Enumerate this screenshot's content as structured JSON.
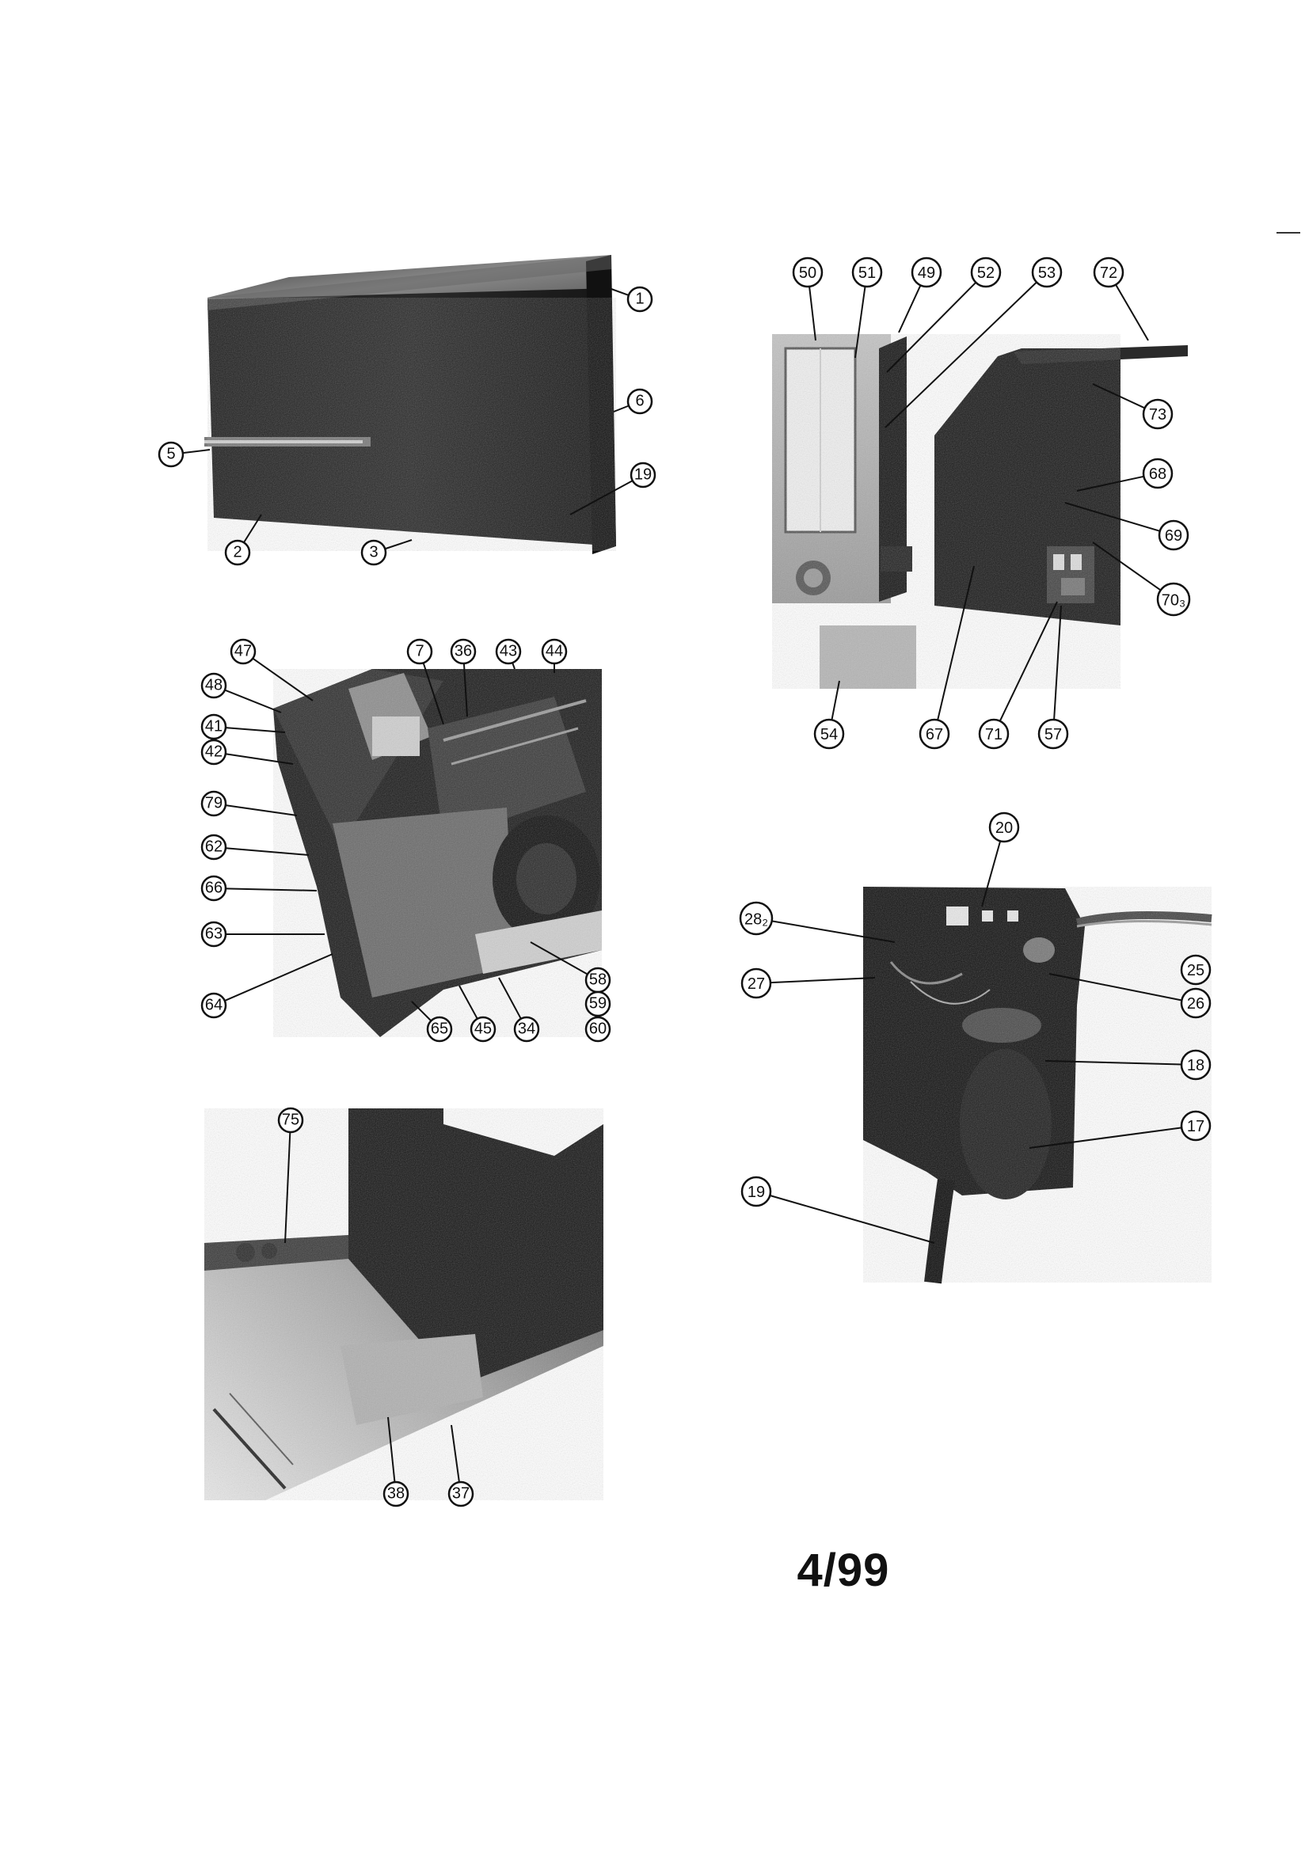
{
  "page": {
    "footer_label": "4/99"
  },
  "panels": [
    {
      "id": "cabinet-exterior",
      "callouts": [
        {
          "label": "1"
        },
        {
          "label": "6"
        },
        {
          "label": "5"
        },
        {
          "label": "19"
        },
        {
          "label": "2"
        },
        {
          "label": "3"
        }
      ]
    },
    {
      "id": "control-box",
      "callouts": [
        {
          "label": "50"
        },
        {
          "label": "51"
        },
        {
          "label": "49"
        },
        {
          "label": "52"
        },
        {
          "label": "53"
        },
        {
          "label": "72"
        },
        {
          "label": "73"
        },
        {
          "label": "68"
        },
        {
          "label": "69"
        },
        {
          "label": "70₃"
        },
        {
          "label": "54"
        },
        {
          "label": "67"
        },
        {
          "label": "71"
        },
        {
          "label": "57"
        }
      ]
    },
    {
      "id": "internal-assembly",
      "callouts": [
        {
          "label": "47"
        },
        {
          "label": "7"
        },
        {
          "label": "36"
        },
        {
          "label": "43"
        },
        {
          "label": "44"
        },
        {
          "label": "48"
        },
        {
          "label": "41"
        },
        {
          "label": "42"
        },
        {
          "label": "79"
        },
        {
          "label": "62"
        },
        {
          "label": "66"
        },
        {
          "label": "63"
        },
        {
          "label": "64"
        },
        {
          "label": "58"
        },
        {
          "label": "59"
        },
        {
          "label": "60"
        },
        {
          "label": "65"
        },
        {
          "label": "45"
        },
        {
          "label": "34"
        }
      ]
    },
    {
      "id": "motor-bracket",
      "callouts": [
        {
          "label": "20"
        },
        {
          "label": "28₂"
        },
        {
          "label": "27"
        },
        {
          "label": "25"
        },
        {
          "label": "26"
        },
        {
          "label": "18"
        },
        {
          "label": "17"
        },
        {
          "label": "19"
        }
      ]
    },
    {
      "id": "base-pan",
      "callouts": [
        {
          "label": "75"
        },
        {
          "label": "38"
        },
        {
          "label": "37"
        }
      ]
    }
  ],
  "colors": {
    "photo_dark": "#1a1a1a",
    "photo_mid": "#555555",
    "photo_light": "#c8c8c8",
    "ink": "#111111"
  }
}
